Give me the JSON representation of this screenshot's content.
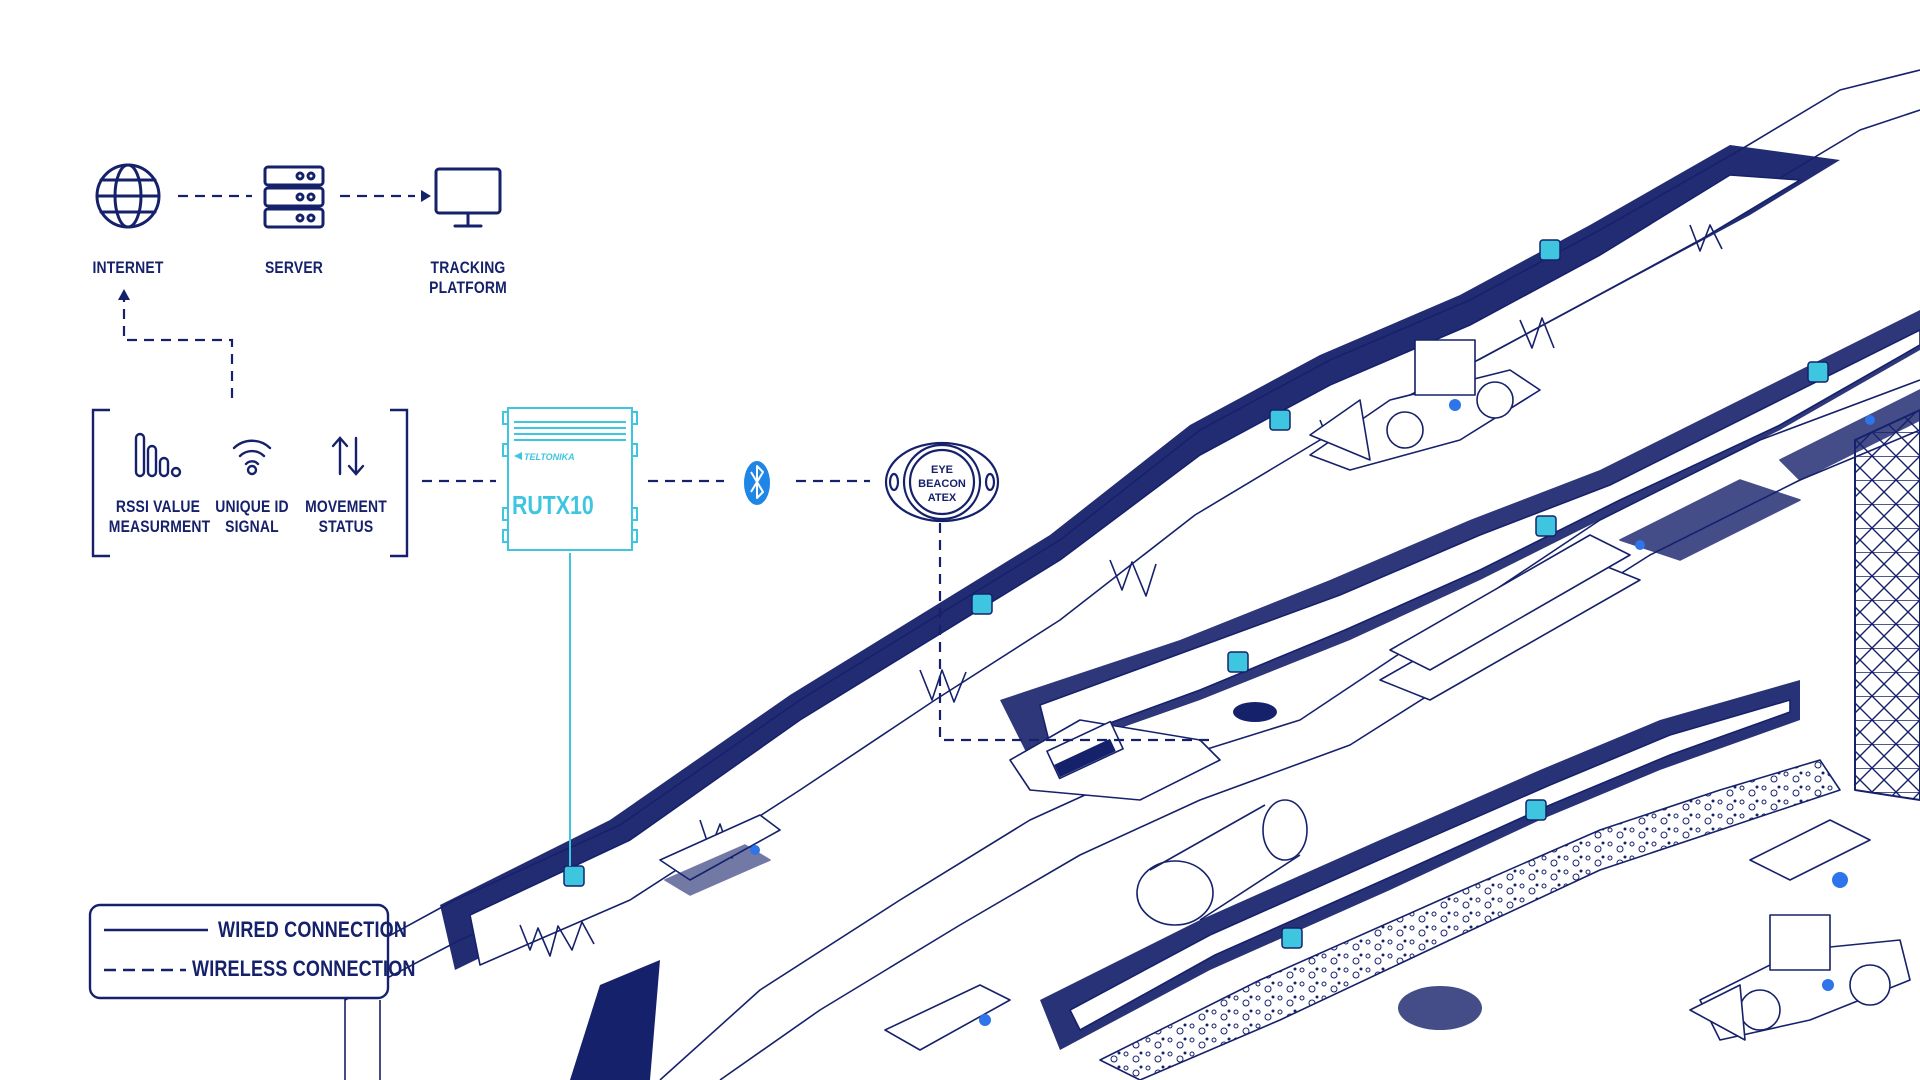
{
  "colors": {
    "navy": "#16216b",
    "cyan": "#3ec5df",
    "bluetooth": "#1f86e6",
    "beacon_dot": "#2f74e8"
  },
  "nodes": {
    "internet": {
      "label": "INTERNET",
      "icon": "globe-icon"
    },
    "server": {
      "label": "SERVER",
      "icon": "server-icon"
    },
    "tracking": {
      "label_line1": "TRACKING",
      "label_line2": "PLATFORM",
      "icon": "monitor-icon"
    }
  },
  "signals": {
    "rssi": {
      "line1": "RSSI VALUE",
      "line2": "MEASURMENT",
      "icon": "signal-bars-icon"
    },
    "unique_id": {
      "line1": "UNIQUE ID",
      "line2": "SIGNAL",
      "icon": "wifi-icon"
    },
    "movement": {
      "line1": "MOVEMENT",
      "line2": "STATUS",
      "icon": "up-down-arrows-icon"
    }
  },
  "router": {
    "brand": "TELTONIKA",
    "model": "RUTX10",
    "icon": "router-icon"
  },
  "bluetooth": {
    "icon": "bluetooth-icon"
  },
  "beacon": {
    "line1": "EYE",
    "line2": "BEACON",
    "line3": "ATEX",
    "icon": "beacon-icon"
  },
  "legend": {
    "wired": "WIRED CONNECTION",
    "wireless": "WIRELESS CONNECTION"
  }
}
